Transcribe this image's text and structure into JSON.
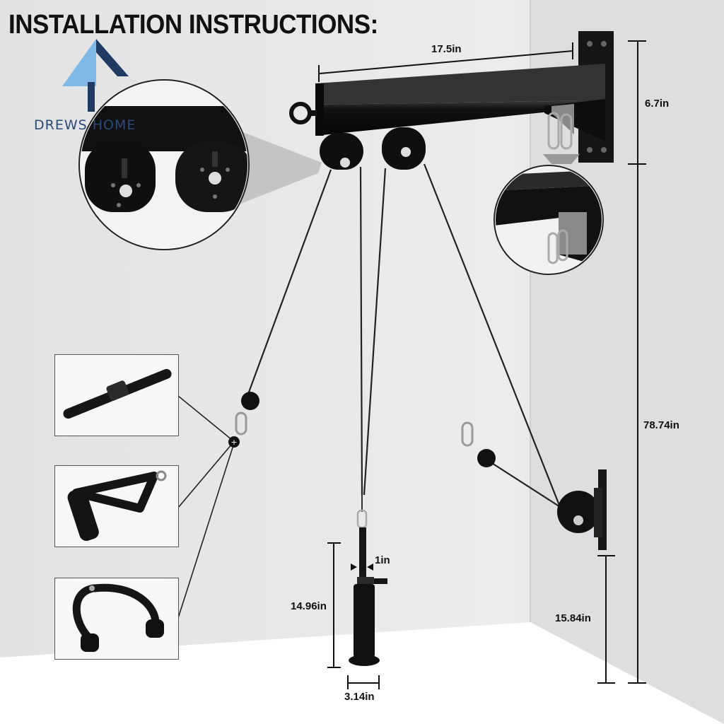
{
  "heading": "INSTALLATION INSTRUCTIONS:",
  "brand": "DREWS HOME",
  "dimensions": {
    "arm_length": "17.5in",
    "wall_plate_height": "6.7in",
    "total_height": "78.74in",
    "loading_pin_height": "14.96in",
    "pin_diameter": "1in",
    "base_diameter": "3.14in",
    "lower_pulley_height": "15.84in"
  },
  "icons": {
    "logo": "house-logo-icon",
    "handle_bar": "straight-bar-icon",
    "d_handle": "d-handle-icon",
    "tricep_rope": "tricep-rope-icon"
  },
  "colors": {
    "wall": "#e9e9ea",
    "floor": "#ffffff",
    "metal": "#141414",
    "cable": "#222222",
    "logo_blue": "#7fb8e4",
    "logo_navy": "#1f3b63"
  }
}
